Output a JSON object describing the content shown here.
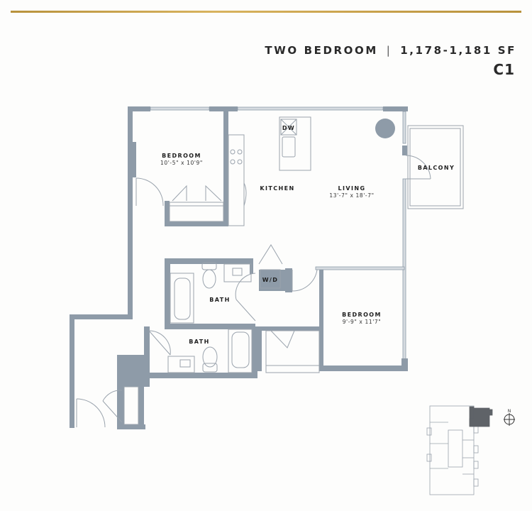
{
  "header": {
    "plan_type": "TWO BEDROOM",
    "separator": "|",
    "square_feet": "1,178-1,181 SF",
    "unit_code": "C1"
  },
  "colors": {
    "accent_gold": "#c9a24c",
    "wall": "#8e9ba8",
    "fixture_stroke": "#9aa3ad",
    "text": "#2a2a2a",
    "highlight_unit": "#5f6368"
  },
  "rooms": [
    {
      "id": "bedroom-1",
      "name": "BEDROOM",
      "dimensions": "10'-5\" x 10'9\""
    },
    {
      "id": "kitchen",
      "name": "KITCHEN",
      "dimensions": ""
    },
    {
      "id": "living",
      "name": "LIVING",
      "dimensions": "13'-7\" x 18'-7\""
    },
    {
      "id": "balcony",
      "name": "BALCONY",
      "dimensions": ""
    },
    {
      "id": "bath-1",
      "name": "BATH",
      "dimensions": ""
    },
    {
      "id": "bath-2",
      "name": "BATH",
      "dimensions": ""
    },
    {
      "id": "bedroom-2",
      "name": "BEDROOM",
      "dimensions": "9'-9\" x 11'7\""
    }
  ],
  "fixtures": {
    "dishwasher": "DW",
    "washer_dryer": "W/D"
  },
  "keyplan": {
    "north_label": "N"
  }
}
